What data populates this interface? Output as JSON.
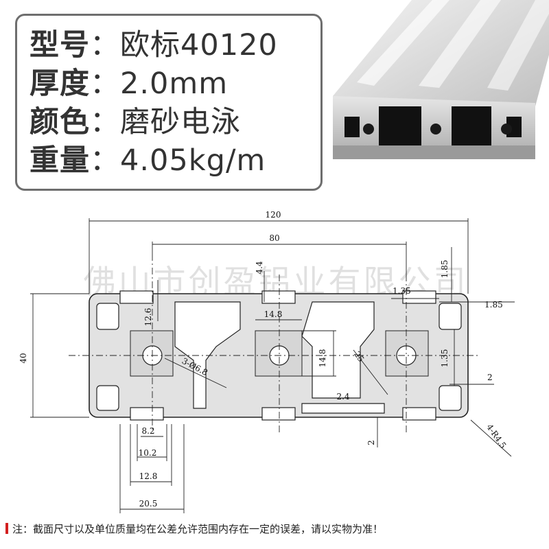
{
  "specs": [
    {
      "label": "型号",
      "sep": "：",
      "value": "欧标40120"
    },
    {
      "label": "厚度",
      "sep": "：",
      "value": "2.0mm"
    },
    {
      "label": "颜色",
      "sep": "：",
      "value": "磨砂电泳"
    },
    {
      "label": "重量",
      "sep": "：",
      "value": "4.05kg/m"
    }
  ],
  "watermark": "佛山市创盈铝业有限公司",
  "dimensions": {
    "overall_width": "120",
    "center_span": "80",
    "height": "40",
    "top_rib": "4.4",
    "slot_depth": "12.6",
    "core_top": "14.8",
    "core_side": "14.8",
    "hole": "3-Ø6.8",
    "diag": "25",
    "right_top": "1.85",
    "right_small": "1.85",
    "inner_top": "1.35",
    "inner_side": "1.35",
    "right_wall": "2",
    "bottom_wall": "2",
    "bottom_gap": "2.4",
    "corner_radius": "4-R4.5",
    "slot_82": "8.2",
    "slot_102": "10.2",
    "slot_128": "12.8",
    "slot_205": "20.5"
  },
  "footnote": "注：截面尺寸以及单位质量均在公差允许范围内存在一定的误差，请以实物为准！",
  "colors": {
    "profile_fill": "#e2e2e2",
    "outline": "#222222",
    "border": "#6e6e6e",
    "accent": "#d21f1f"
  }
}
